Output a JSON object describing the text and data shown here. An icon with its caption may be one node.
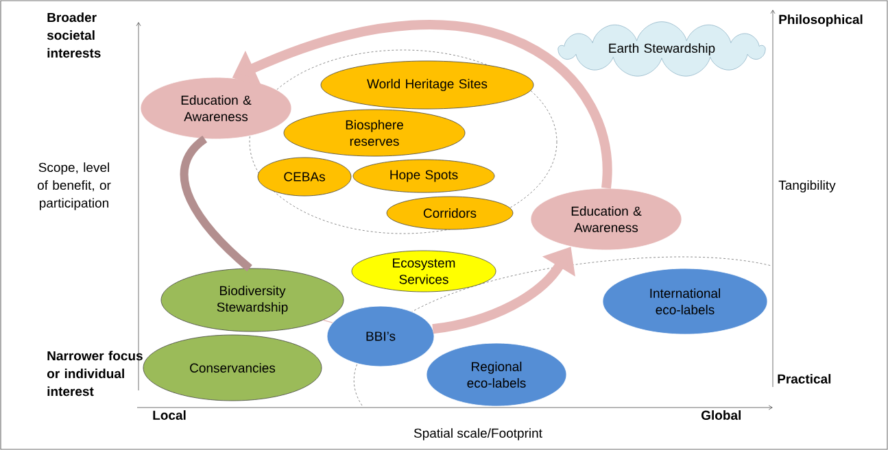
{
  "diagram": {
    "nodes": [
      {
        "text": [
          "Earth Stewardship"
        ]
      },
      {
        "text": [
          "Education & Awareness"
        ]
      },
      {
        "text": [
          "World Heritage Sites"
        ]
      },
      {
        "text": [
          "Biosphere reserves"
        ]
      },
      {
        "text": [
          "CEBAs"
        ]
      },
      {
        "text": [
          "Hope Spots"
        ]
      },
      {
        "text": [
          "Corridors"
        ]
      },
      {
        "text": [
          "Education & Awareness"
        ]
      },
      {
        "text": [
          "Ecosystem Services"
        ]
      },
      {
        "text": [
          "Biodiversity Stewardship"
        ]
      },
      {
        "text": [
          "BBI’s"
        ]
      },
      {
        "text": [
          "International eco-labels"
        ]
      },
      {
        "text": [
          "Conservancies"
        ]
      },
      {
        "text": [
          "Regional eco-labels"
        ]
      }
    ],
    "edges": [
      {
        "from": 7,
        "to": 1,
        "arrow": "to"
      },
      {
        "from": 9,
        "to": 1,
        "arrow": "none",
        "color": "#b38f8f"
      },
      {
        "from": 10,
        "to": 7,
        "arrow": "to"
      },
      {
        "from": 9,
        "to": 10,
        "arrow": "none"
      }
    ],
    "labels": [
      "Broader societal interests",
      "Scope, level of benefit, or participation",
      "Narrower focus or individual interest",
      "Philosophical",
      "Tangibility",
      "Practical",
      "Local",
      "Global",
      "Spatial scale/Footprint"
    ]
  }
}
